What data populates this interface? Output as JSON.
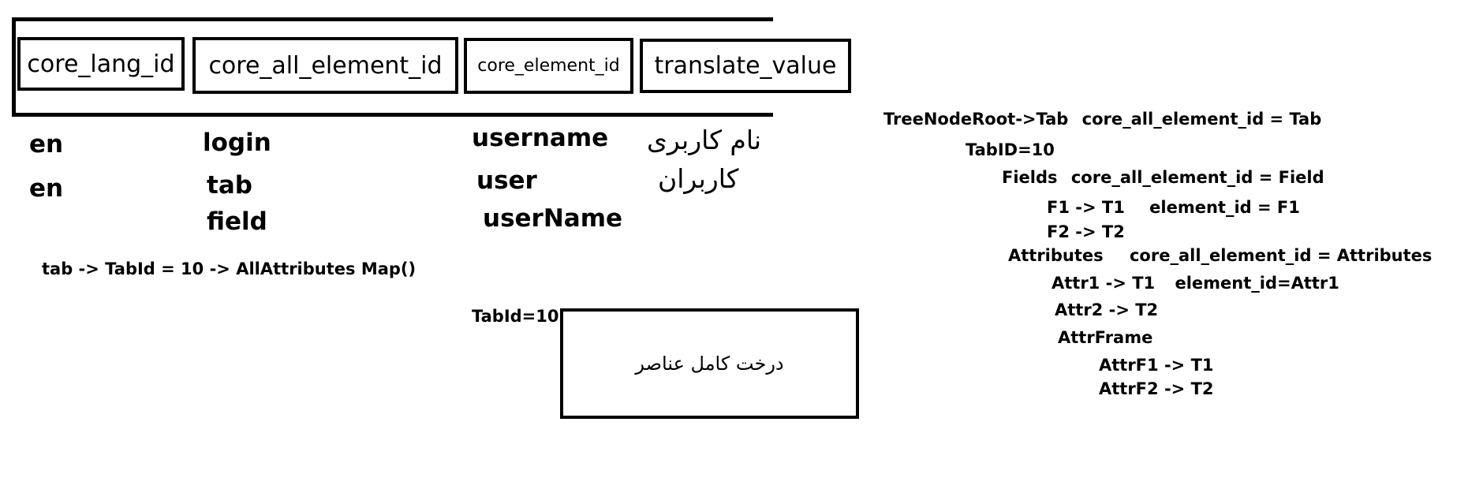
{
  "table": {
    "headers": [
      "core_lang_id",
      "core_all_element_id",
      "core_element_id",
      "translate_value"
    ],
    "rows": [
      [
        "en",
        "login",
        "username",
        "نام کاربری"
      ],
      [
        "en",
        "tab",
        "user",
        "کاربران"
      ],
      [
        "",
        "field",
        "userName",
        ""
      ]
    ]
  },
  "note": "tab -> TabId = 10  -> AllAttributes Map()",
  "frame": {
    "label": "TabId=10",
    "text": "درخت کامل عناصر"
  },
  "tree": [
    [
      "TreeNodeRoot->Tab",
      "core_all_element_id = Tab"
    ],
    [
      "TabID=10",
      ""
    ],
    [
      "Fields",
      "core_all_element_id = Field"
    ],
    [
      "F1 -> T1",
      "element_id = F1"
    ],
    [
      "F2 -> T2",
      ""
    ],
    [
      "Attributes",
      "core_all_element_id = Attributes"
    ],
    [
      "Attr1 -> T1",
      "element_id=Attr1"
    ],
    [
      "Attr2 -> T2",
      ""
    ],
    [
      "AttrFrame",
      ""
    ],
    [
      "AttrF1 -> T1",
      ""
    ],
    [
      "AttrF2 -> T2",
      ""
    ]
  ]
}
